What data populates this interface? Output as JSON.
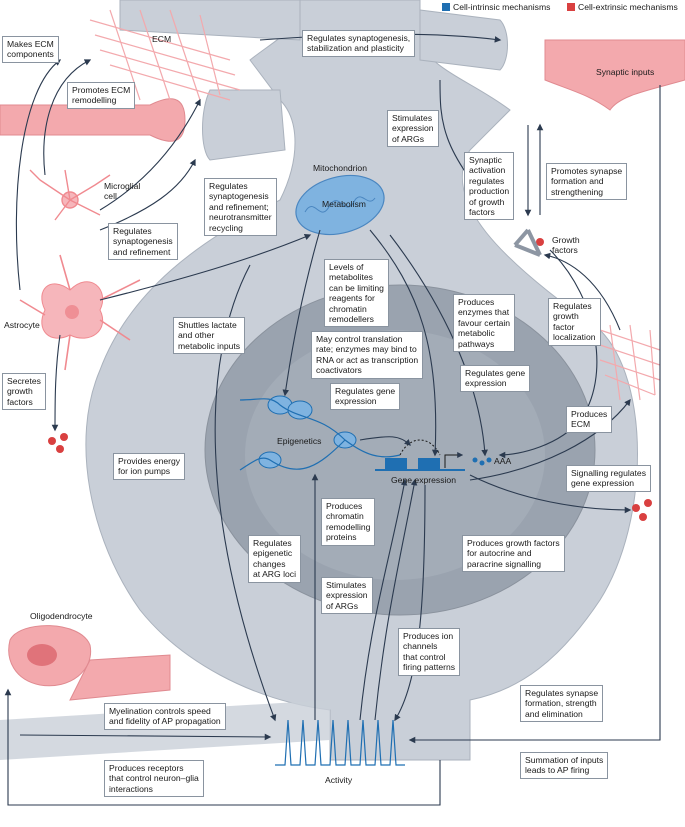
{
  "colors": {
    "intrinsic": "#1f6fb2",
    "extrinsic": "#d94040",
    "neuron_body": "#c9cfd8",
    "nucleus": "#9aa3af",
    "axon_pink": "#f3a9ad",
    "mito": "#7fb3e0"
  },
  "legend": {
    "intrinsic": "Cell-intrinsic mechanisms",
    "extrinsic": "Cell-extrinsic mechanisms"
  },
  "labels": {
    "ecm": "ECM",
    "synaptic_inputs": "Synaptic inputs",
    "microglial_cell": "Microglial\ncell",
    "astrocyte": "Astrocyte",
    "mitochondrion": "Mitochondrion",
    "metabolism": "Metabolism",
    "growth_factors": "Growth\nfactors",
    "epigenetics": "Epigenetics",
    "gene_expression": "Gene expression",
    "poly_a": "AAA",
    "oligodendrocyte": "Oligodendrocyte",
    "activity": "Activity"
  },
  "boxes": {
    "makes_ecm": "Makes ECM\ncomponents",
    "promotes_ecm_remodelling": "Promotes ECM\nremodelling",
    "regulates_synaptogenesis_stab": "Regulates synaptogenesis,\nstabilization and plasticity",
    "stimulates_args_top": "Stimulates\nexpression\nof ARGs",
    "synaptic_activation": "Synaptic\nactivation\nregulates\nproduction\nof growth\nfactors",
    "promotes_synapse_formation": "Promotes synapse\nformation and\nstrengthening",
    "regulates_synapt_nt": "Regulates\nsynaptogenesis\nand refinement;\nneurotransmitter\nrecycling",
    "regulates_synapt_refine": "Regulates\nsynaptogenesis\nand refinement",
    "levels_metabolites": "Levels of\nmetabolites\ncan be limiting\nreagents for\nchromatin\nremodellers",
    "produces_enzymes": "Produces\nenzymes that\nfavour certain\nmetabolic\npathways",
    "regulates_gf_localization": "Regulates\ngrowth\nfactor\nlocalization",
    "shuttles_lactate": "Shuttles lactate\nand other\nmetabolic inputs",
    "may_control_translation": "May control translation\nrate; enzymes may bind to\nRNA or act as transcription\ncoactivators",
    "secretes_gf": "Secretes\ngrowth\nfactors",
    "regulates_gene_expr_right": "Regulates gene\nexpression",
    "regulates_gene_expr_center": "Regulates gene\nexpression",
    "produces_ecm": "Produces\nECM",
    "provides_energy": "Provides energy\nfor ion pumps",
    "signalling_regulates": "Signalling regulates\ngene expression",
    "produces_chromatin": "Produces\nchromatin\nremodelling\nproteins",
    "produces_gf_autocrine": "Produces growth factors\nfor autocrine and\nparacrine signalling",
    "regulates_epigenetic": "Regulates\nepigenetic\nchanges\nat ARG loci",
    "stimulates_args_bottom": "Stimulates\nexpression\nof ARGs",
    "produces_ion_channels": "Produces ion\nchannels\nthat control\nfiring patterns",
    "myelination": "Myelination controls speed\nand fidelity of AP propagation",
    "regulates_synapse_formation": "Regulates synapse\nformation, strength\nand elimination",
    "produces_receptors": "Produces receptors\nthat control neuron–glia\ninteractions",
    "summation": "Summation of inputs\nleads to AP firing"
  }
}
